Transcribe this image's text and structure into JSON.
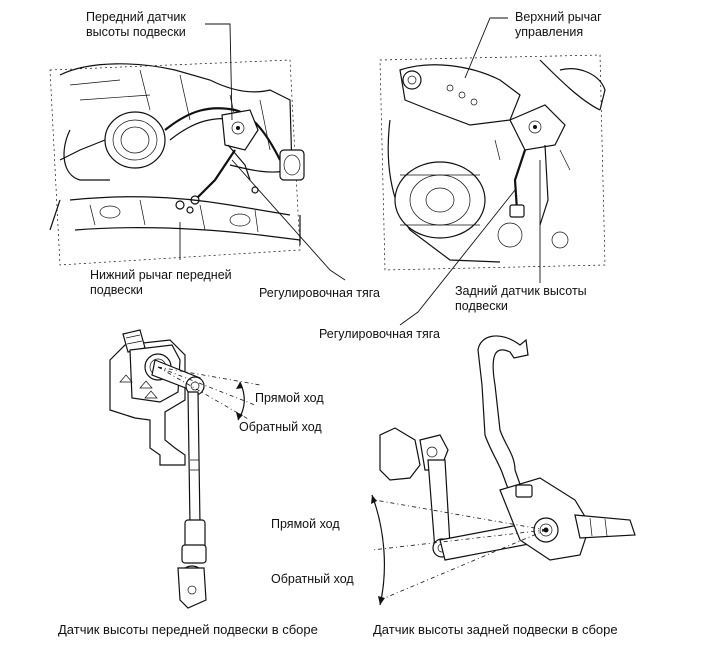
{
  "labels": {
    "front_sensor": [
      "Передний датчик",
      "высоты подвески"
    ],
    "upper_arm": [
      "Верхний рычаг",
      "управления"
    ],
    "lower_arm": [
      "Нижний рычаг передней",
      "подвески"
    ],
    "adj_rod_front": "Регулировочная тяга",
    "rear_sensor": [
      "Задний датчик высоты",
      "подвески"
    ],
    "adj_rod_rear": "Регулировочная тяга",
    "front_forward": "Прямой ход",
    "front_reverse": "Обратный ход",
    "rear_forward": "Прямой ход",
    "rear_reverse": "Обратный ход",
    "front_caption": "Датчик высоты передней подвески в сборе",
    "rear_caption": "Датчик высоты задней подвески в сборе"
  }
}
